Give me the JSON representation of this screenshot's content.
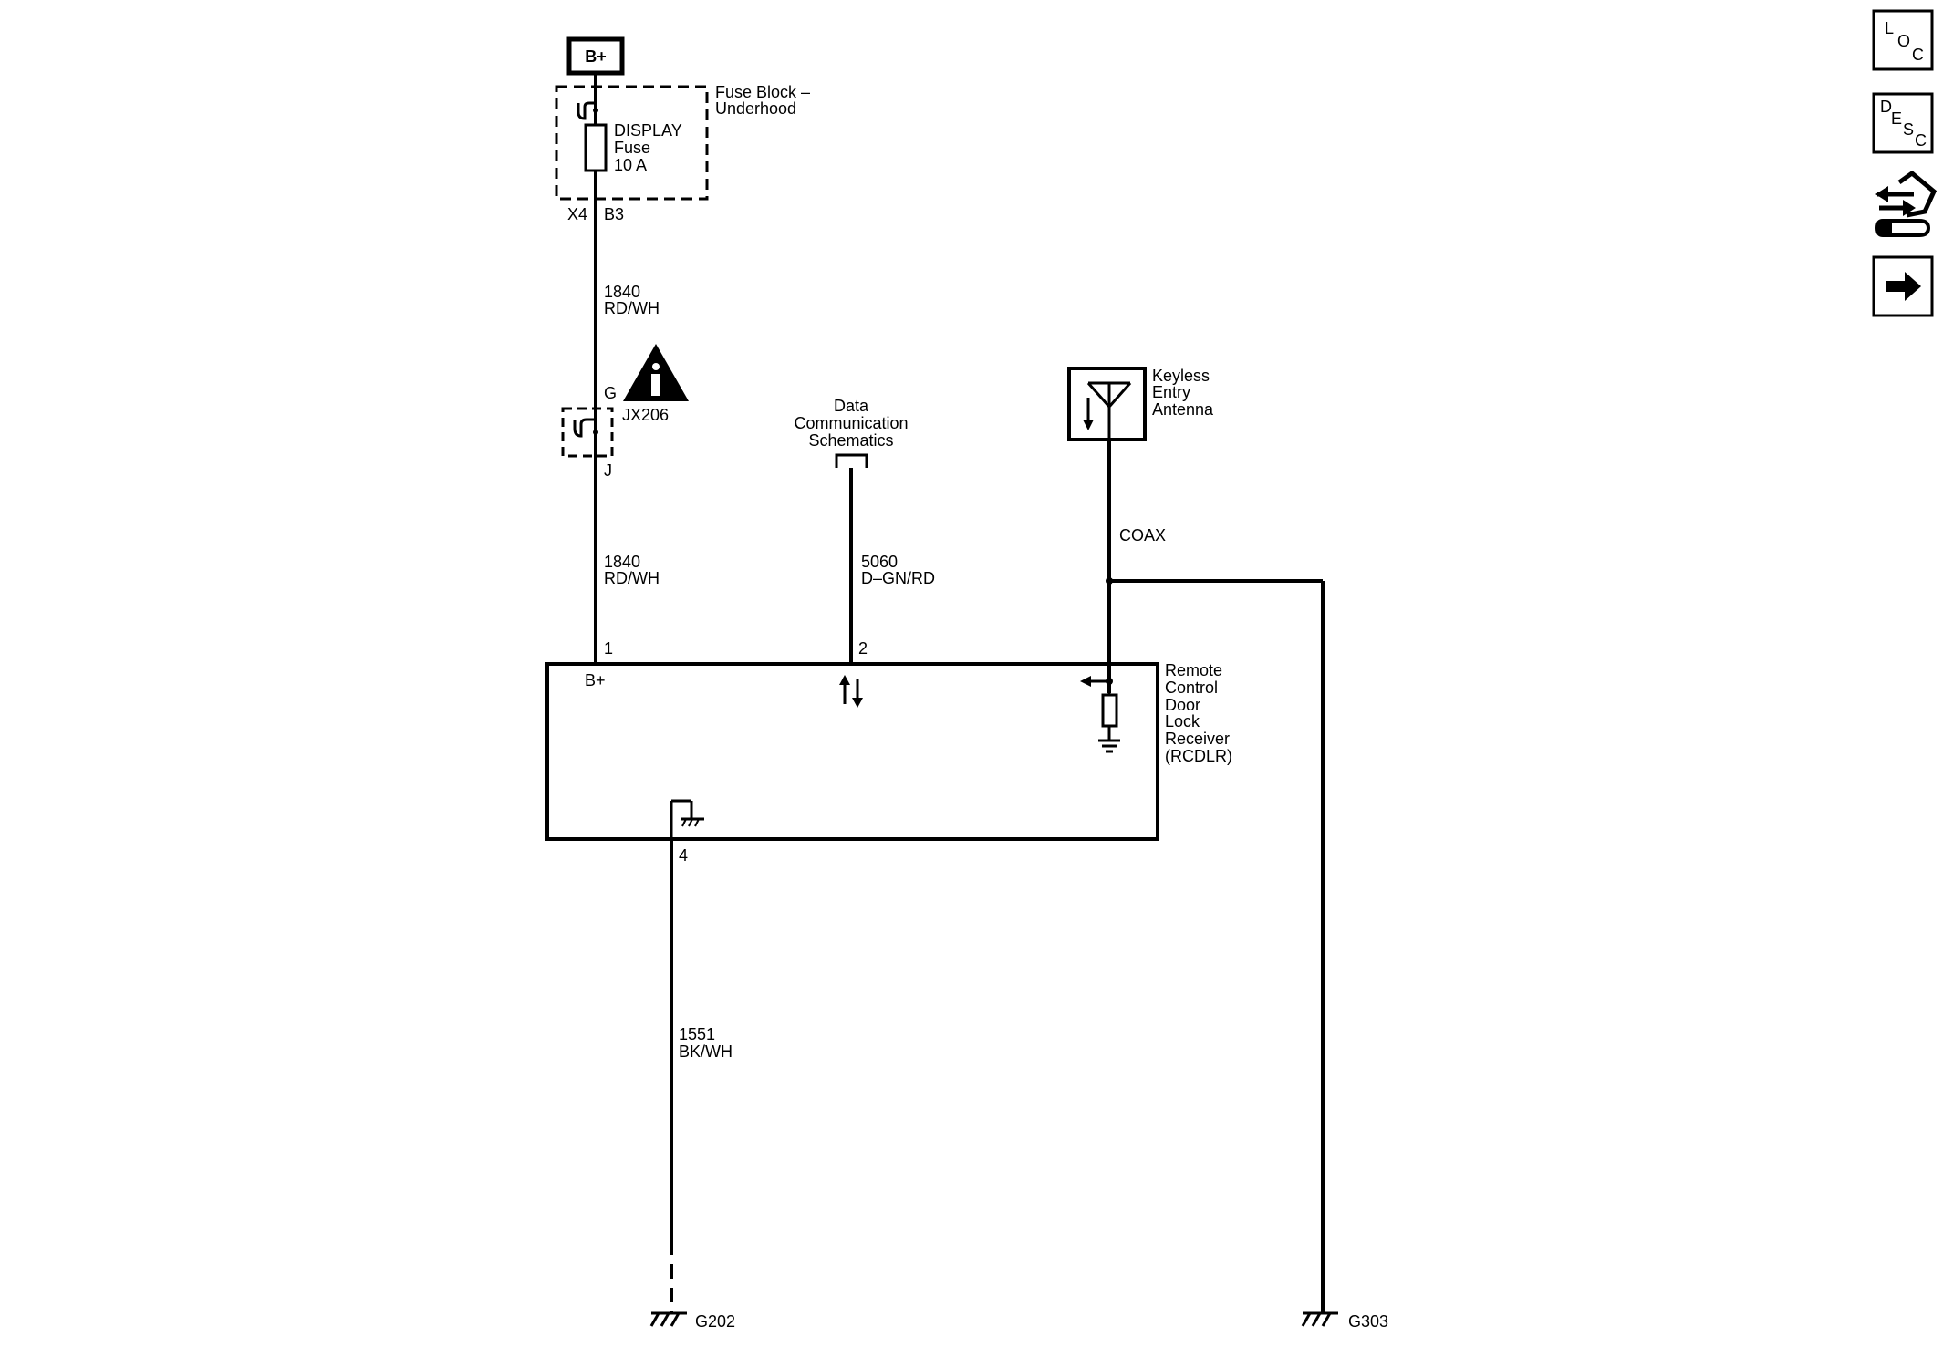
{
  "power_source": {
    "label": "B+"
  },
  "fuse_block": {
    "name_line1": "Fuse Block –",
    "name_line2": "Underhood",
    "connector": "X4",
    "pin": "B3"
  },
  "fuse": {
    "line1": "DISPLAY",
    "line2": "Fuse",
    "line3": "10 A"
  },
  "wire_1840_upper": {
    "circuit": "1840",
    "color": "RD/WH"
  },
  "inline_connector": {
    "pin_top": "G",
    "pin_bottom": "J",
    "id": "JX206"
  },
  "wire_1840_lower": {
    "circuit": "1840",
    "color": "RD/WH"
  },
  "data_comm": {
    "line1": "Data",
    "line2": "Communication",
    "line3": "Schematics"
  },
  "wire_5060": {
    "circuit": "5060",
    "color": "D–GN/RD"
  },
  "antenna": {
    "line1": "Keyless",
    "line2": "Entry",
    "line3": "Antenna"
  },
  "coax": {
    "label": "COAX"
  },
  "module": {
    "name_lines": [
      "Remote",
      "Control",
      "Door",
      "Lock",
      "Receiver",
      "(RCDLR)"
    ],
    "pin_b_plus": "B+",
    "pin1": "1",
    "pin2": "2",
    "pin4": "4"
  },
  "wire_1551": {
    "circuit": "1551",
    "color": "BK/WH"
  },
  "grounds": {
    "g202": "G202",
    "g303": "G303"
  },
  "nav": {
    "loc": {
      "l": "L",
      "o": "O",
      "c": "C"
    },
    "desc": {
      "d": "D",
      "e": "E",
      "s": "S",
      "c": "C"
    }
  }
}
